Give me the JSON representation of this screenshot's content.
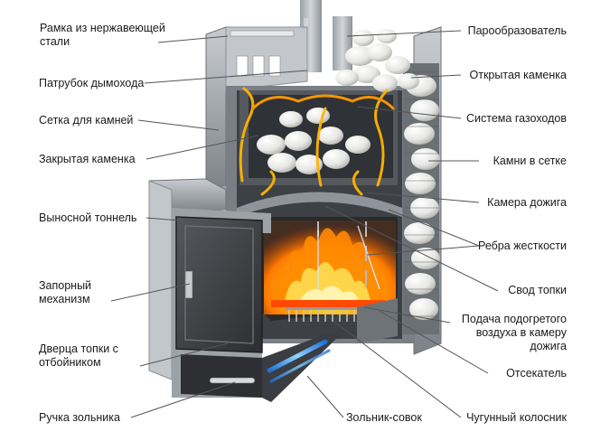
{
  "labels_left": [
    {
      "id": "frame",
      "text": "Рамка из нержавеющей стали"
    },
    {
      "id": "flue-pipe",
      "text": "Патрубок дымохода"
    },
    {
      "id": "stone-grid",
      "text": "Сетка для камней"
    },
    {
      "id": "closed-heater",
      "text": "Закрытая каменка"
    },
    {
      "id": "remote-tunnel",
      "text": "Выносной тоннель"
    },
    {
      "id": "locking-mech",
      "text": "Запорный механизм"
    },
    {
      "id": "firebox-door",
      "text": "Дверца топки с отбойником"
    },
    {
      "id": "ash-handle",
      "text": "Ручка зольника"
    }
  ],
  "labels_right": [
    {
      "id": "steam-gen",
      "text": "Парообразователь"
    },
    {
      "id": "open-heater",
      "text": "Открытая каменка"
    },
    {
      "id": "gas-ducts",
      "text": "Система газоходов"
    },
    {
      "id": "stones-grid",
      "text": "Камни в сетке"
    },
    {
      "id": "afterburn",
      "text": "Камера дожига"
    },
    {
      "id": "ribs",
      "text": "Ребра жесткости"
    },
    {
      "id": "firebox-vault",
      "text": "Свод топки"
    },
    {
      "id": "air-supply",
      "text": "Подача подогретого воздуха в камеру дожига"
    },
    {
      "id": "cutoff",
      "text": "Отсекатель"
    },
    {
      "id": "grate",
      "text": "Чугунный колосник"
    }
  ],
  "labels_bottom": [
    {
      "id": "ash-pan",
      "text": "Зольник-совок"
    }
  ],
  "colors": {
    "steel_light": "#b9bdc2",
    "steel_mid": "#8e9398",
    "steel_dark": "#4f5358",
    "door": "#3b3d40",
    "flame": "#ffb400",
    "ember": "#ff5a00",
    "stone": "#e8e8e6",
    "air_blue": "#3fa9ff",
    "leader": "#555555"
  }
}
